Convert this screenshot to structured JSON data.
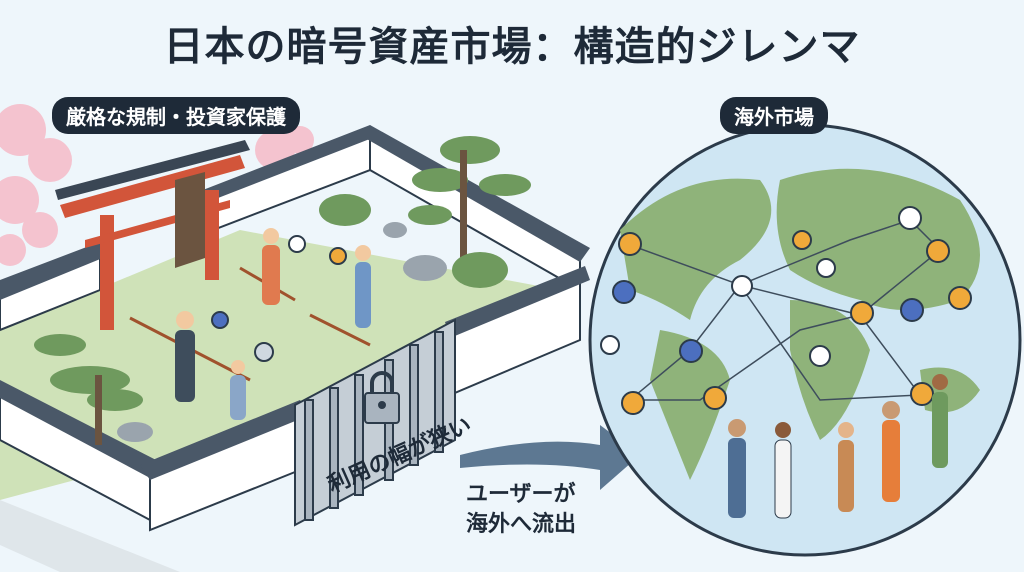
{
  "title": "日本の暗号資産市場：構造的ジレンマ",
  "left_label": "厳格な規制・投資家保護",
  "right_label": "海外市場",
  "gate_label": "利用の幅が狭い",
  "flow_label": {
    "line1": "ユーザーが",
    "line2": "海外へ流出"
  },
  "colors": {
    "dark": "#1e2a38",
    "background": "#eef6fb",
    "torii": "#d2553a",
    "ocean": "#cfe6f3",
    "land": "#8fb37a",
    "roof": "#4a5868",
    "arrow": "#5d7892"
  }
}
